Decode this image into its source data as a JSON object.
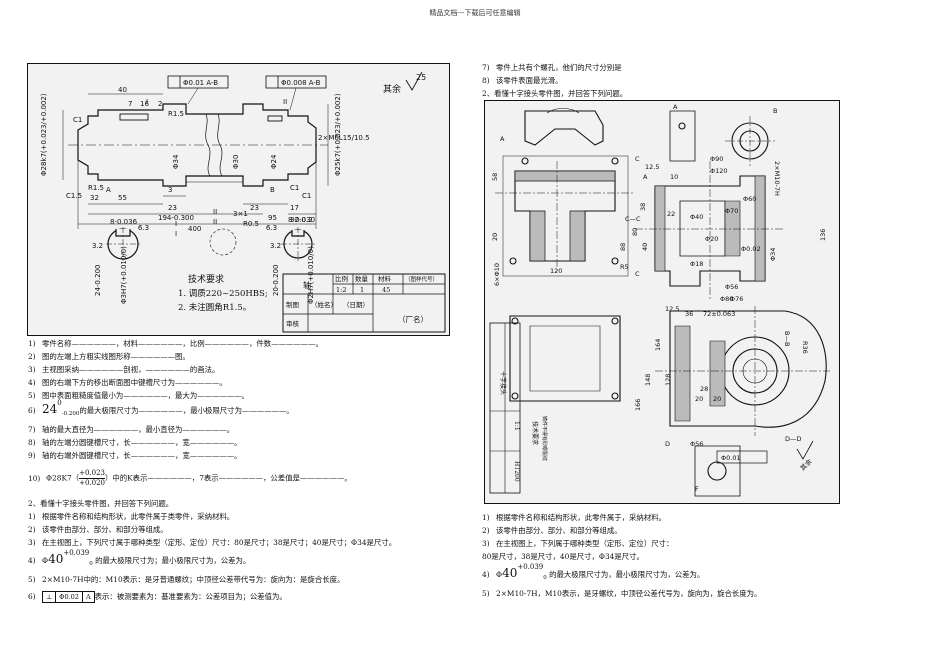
{
  "header": "精品文档---下载后可任意编辑",
  "shaft": {
    "dims": [
      "Φ28k7(+0.023/+0.002)",
      "Φ0.01 A-B",
      "Φ0.008 A-B",
      "Φ25k7(+0.023/+0.002)",
      "40",
      "7",
      "16",
      "2",
      "R1.5",
      "C1",
      "R1.5",
      "C1.5",
      "32",
      "55",
      "3",
      "Φ34",
      "Φ30",
      "Φ24",
      "2×M6L15/10.5",
      "23",
      "23",
      "194-0.300",
      "400",
      "95",
      "17",
      "32-0.2",
      "C1",
      "C1",
      "其余",
      "25",
      "A",
      "B",
      "I",
      "II"
    ],
    "sections": [
      "8-0.036",
      "6.3",
      "I",
      "I",
      "3.2",
      "24-0.200",
      "Φ3H7(+0.010/0)",
      "II",
      "II",
      "3×1",
      "R0.5",
      "8-0.030",
      "6.3",
      "3.2",
      "20-0.200",
      "Φ2H7(+0.010/0)"
    ],
    "tech_title": "技术要求",
    "tech_items": [
      "1. 调质220~250HBS;",
      "2. 未注圆角R1.5。"
    ],
    "title_block": {
      "name": "轴",
      "h_scale": "比例",
      "h_qty": "数量",
      "h_material": "材料",
      "h_code": "（图样代号）",
      "scale": "1:2",
      "qty": "1",
      "material": "45",
      "row_drawn": "制图",
      "name_date": "（姓名）",
      "date": "（日期）",
      "row_checked": "审核",
      "school": "（厂名）"
    }
  },
  "left_questions": [
    {
      "n": "1)",
      "t": "零件名称——————，材料——————，比例——————，件数——————。"
    },
    {
      "n": "2)",
      "t": "图的左端上方粗实线图形称——————图。"
    },
    {
      "n": "3)",
      "t": "主视图采纳——————剖视，——————的画法。"
    },
    {
      "n": "4)",
      "t": "图的右端下方的移出断面图中键槽尺寸为——————。"
    },
    {
      "n": "5)",
      "t": "图中表面粗糙度值最小为——————，最大为——————。"
    },
    {
      "n": "7)",
      "t": "轴的最大直径为——————，最小直径为——————。"
    },
    {
      "n": "8)",
      "t": "轴的左端分圆键槽尺寸，长——————，宽——————。"
    },
    {
      "n": "9)",
      "t": "轴的右端外圆键槽尺寸，长——————，宽——————。"
    }
  ],
  "q6": {
    "n": "6)",
    "base": "24",
    "sup": "0",
    "sub": "-0.200",
    "t": "的最大极限尺寸为——————，最小极限尺寸为——————。"
  },
  "q10": {
    "n": "10)",
    "pre": "Φ28K7（",
    "upper": "+0.023",
    "lower": "+0.020",
    "t": "）中的K表示——————，7表示——————，公差值是——————。"
  },
  "left_part2": {
    "title": "2、看懂十字接头零件图，并回答下列问题。",
    "items": [
      {
        "n": "1)",
        "t": "根据零件名称和结构形状，此零件属于类零件，采纳材料。"
      },
      {
        "n": "2)",
        "t": "该零件由部分、部分、和部分等组成。"
      },
      {
        "n": "3)",
        "t": "在主视图上，下列尺寸属于哪种类型（定形、定位）尺寸：80是尺寸；38是尺寸；40是尺寸；Φ34是尺寸。"
      }
    ],
    "q4": {
      "n": "4)",
      "pre": "Φ",
      "base": "40",
      "sup": "+0.039",
      "sub": "0",
      "t": "的最大极限尺寸为；最小极限尺寸为，公差为。"
    },
    "q5": {
      "n": "5)",
      "t": "2×M10-7H中的：M10表示：是牙普通螺纹；中顶径公差带代号为：旋向为：是旋合长度。"
    },
    "q6": {
      "n": "6)",
      "fcf": [
        "⊥",
        "Φ0.02",
        "A"
      ],
      "t": "表示：被测要素为：基准要素为：公差项目为；公差值为。"
    }
  },
  "right_top": [
    {
      "n": "7)",
      "t": "零件上共有个螺孔，他们的尺寸分别是"
    },
    {
      "n": "8)",
      "t": "该零件表面最光滑。"
    }
  ],
  "right_part2_title": "2、看懂十字接头零件图，并回答下列问题。",
  "cross": {
    "labels": [
      "A",
      "A",
      "B",
      "C",
      "C",
      "C—C",
      "A",
      "Φ0.02",
      "Φ90",
      "Φ120",
      "12.5",
      "10",
      "38",
      "80",
      "40",
      "22",
      "58",
      "20",
      "88",
      "Φ40",
      "Φ60",
      "Φ70",
      "Φ80",
      "Φ20",
      "Φ18",
      "Φ34",
      "Φ56",
      "Φ76",
      "136",
      "120",
      "R5",
      "6×Φ10",
      "2×M10-7H",
      "B—B",
      "D—D",
      "12.5",
      "36",
      "72±0.063",
      "R36",
      "164",
      "148",
      "128",
      "166",
      "28",
      "20",
      "20",
      "Φ56",
      "Φ0.01",
      "D",
      "F",
      "其余"
    ],
    "title_block": {
      "name": "十字接头",
      "material": "HT200",
      "scale": "1:1",
      "note": "技术要求",
      "note2": "铸件不得有砂眼裂纹"
    }
  },
  "right_questions": [
    {
      "n": "1)",
      "t": "根据零件名称和结构形状，此零件属于，采纳材料。"
    },
    {
      "n": "2)",
      "t": "该零件由部分、部分、和部分等组成。"
    },
    {
      "n": "3)",
      "t": "在主视图上，下列属于哪种类型（定形、定位）尺寸："
    },
    {
      "n": "",
      "t": "80是尺寸，38是尺寸，40是尺寸，Φ34是尺寸。"
    }
  ],
  "right_q4": {
    "n": "4)",
    "pre": "Φ",
    "base": "40",
    "sup": "+0.039",
    "sub": "0",
    "t": "的最大极限尺寸为，最小极限尺寸为，公差为。"
  },
  "right_q5": {
    "n": "5)",
    "t": "2×M10-7H，M10表示，是牙螺纹，中顶径公差代号为，旋向为，旋合长度为。"
  }
}
